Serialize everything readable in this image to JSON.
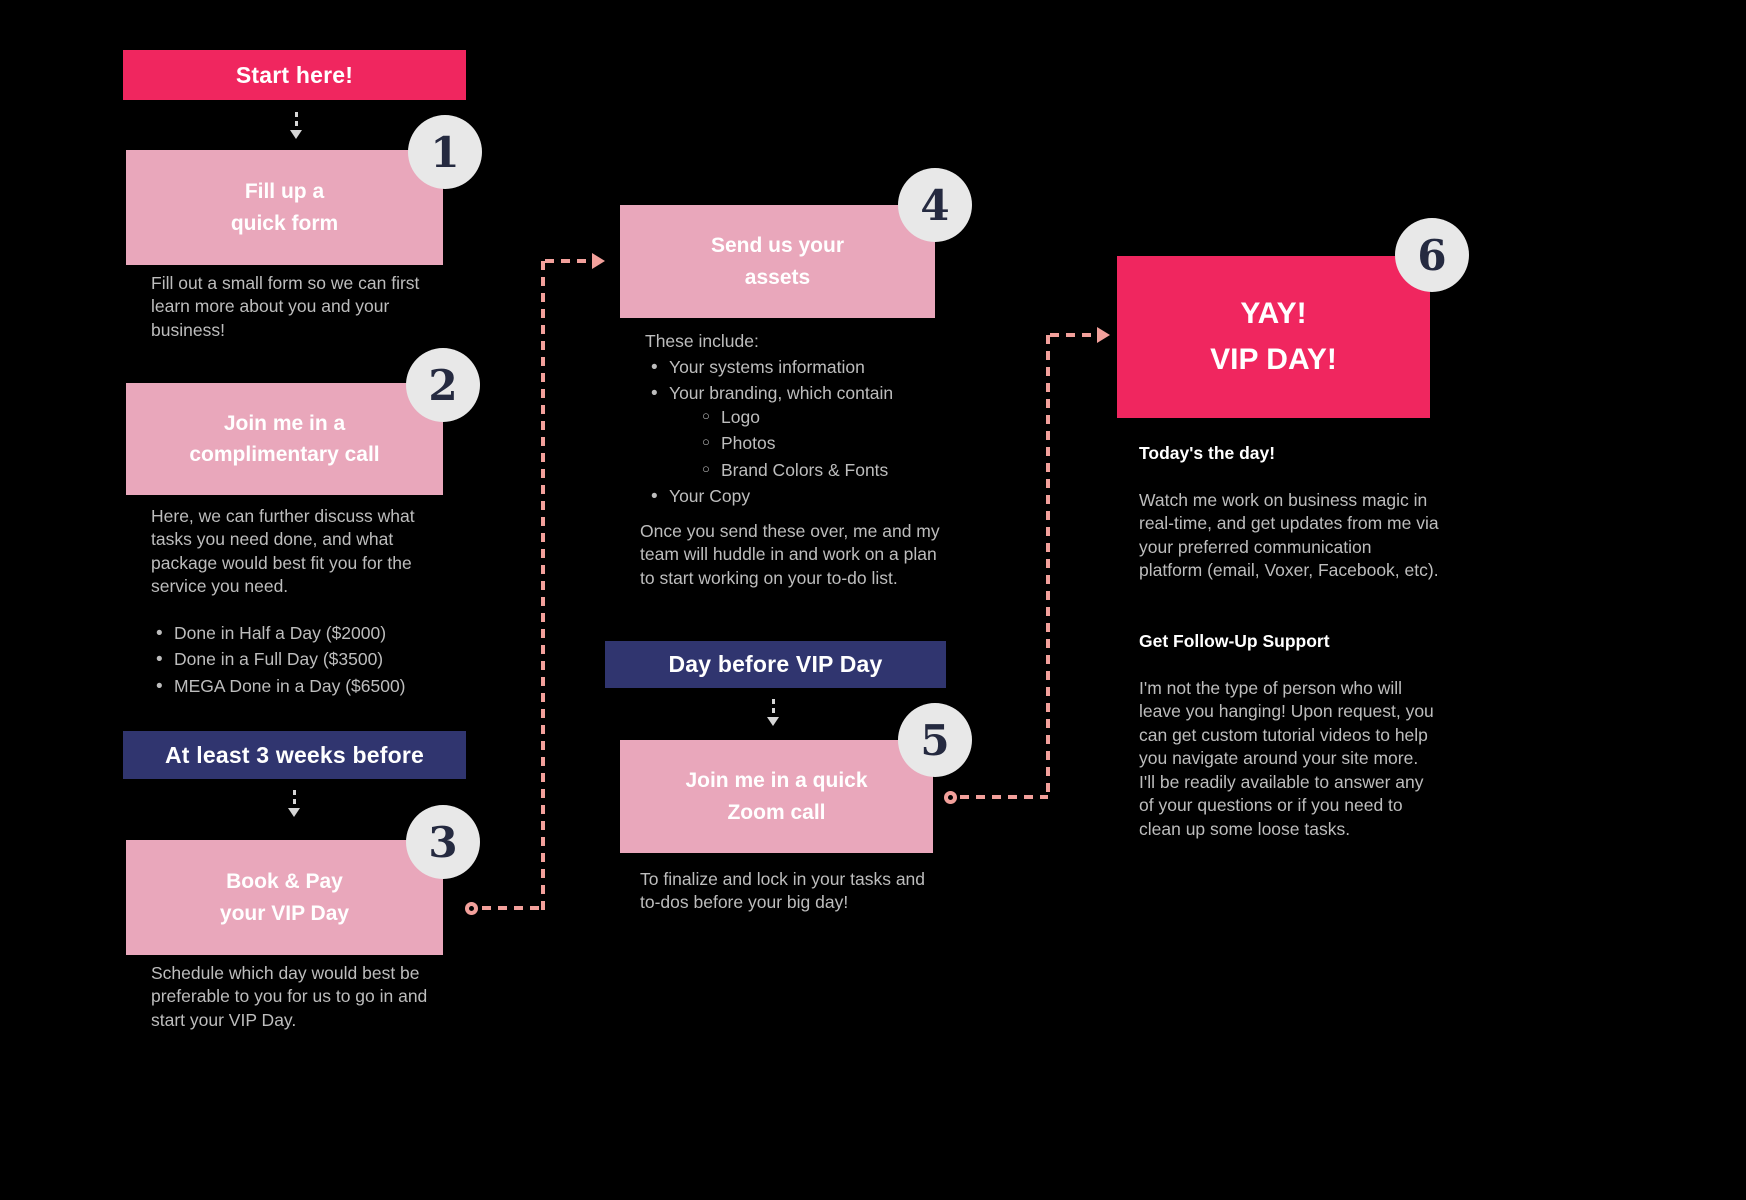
{
  "colors": {
    "background": "#000000",
    "hot_pink": "#F0265F",
    "light_pink": "#E9A7BB",
    "navy": "#30356F",
    "badge_background": "#E8E8E8",
    "badge_number": "#252A40",
    "body_text": "#BDBDBD",
    "connector_pink": "#F2A09B",
    "flow_arrow_gray": "#D6D6D6"
  },
  "banners": {
    "start": "Start here!",
    "three_weeks": "At least 3 weeks before",
    "day_before": "Day before VIP Day"
  },
  "steps": {
    "step1": {
      "badge": "1",
      "title": "Fill up a\nquick form",
      "description": "Fill out a small form so we can first learn more about you and your business!"
    },
    "step2": {
      "badge": "2",
      "title": "Join me in a\ncomplimentary call",
      "description": "Here, we can further discuss what tasks you need done, and what package would best fit you for the service you need.",
      "packages": [
        "Done in Half a Day ($2000)",
        "Done in a Full Day ($3500)",
        "MEGA Done in a Day ($6500)"
      ]
    },
    "step3": {
      "badge": "3",
      "title": "Book & Pay\nyour VIP Day",
      "description": "Schedule which day would best be preferable to you for us to go in and start your VIP Day."
    },
    "step4": {
      "badge": "4",
      "title": "Send us your\nassets",
      "list_intro": "These include:",
      "assets": [
        "Your systems information",
        "Your branding, which contain",
        "Your Copy"
      ],
      "branding_sub": [
        "Logo",
        "Photos",
        "Brand Colors & Fonts"
      ],
      "description": "Once you send these over, me and my team will huddle in and work on a plan to start working on your to-do list."
    },
    "step5": {
      "badge": "5",
      "title": "Join me in a quick\nZoom call",
      "description": "To finalize and lock in your tasks and to-dos before your big day!"
    },
    "step6": {
      "badge": "6",
      "title": "YAY!\nVIP DAY!",
      "heading1": "Today's the day!",
      "paragraph1": "Watch me work on business magic in real-time, and get updates from me via your preferred communication platform (email, Voxer, Facebook, etc).",
      "heading2": "Get Follow-Up Support",
      "paragraph2": "I'm not the type of person who will leave you hanging! Upon request, you can get custom tutorial videos to help you navigate around your site more. I'll be readily available to answer any of your questions or if you need to clean up some loose tasks."
    }
  }
}
